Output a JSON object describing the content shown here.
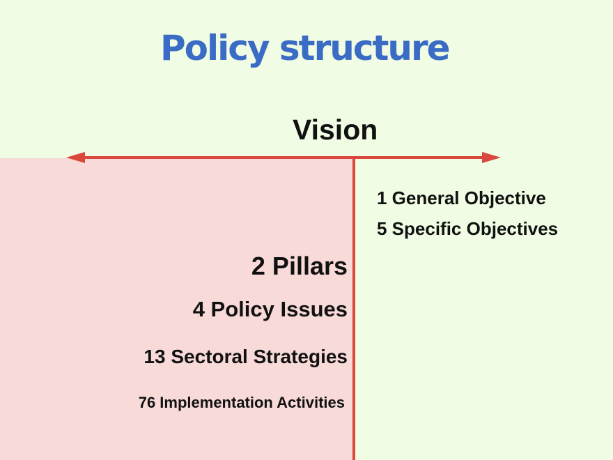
{
  "title": "Policy structure",
  "vision": "Vision",
  "right_items": {
    "general_objective": "1 General Objective",
    "specific_objectives": "5 Specific Objectives"
  },
  "left_items": {
    "pillars": "2 Pillars",
    "policy_issues": "4 Policy Issues",
    "sectoral_strategies": "13 Sectoral Strategies",
    "implementation_activities": "76 Implementation Activities"
  },
  "colors": {
    "background": "#f0fce3",
    "left_panel": "#f8dad8",
    "arrow": "#d9473d",
    "title": "#3b6cc5",
    "text": "#111111"
  }
}
